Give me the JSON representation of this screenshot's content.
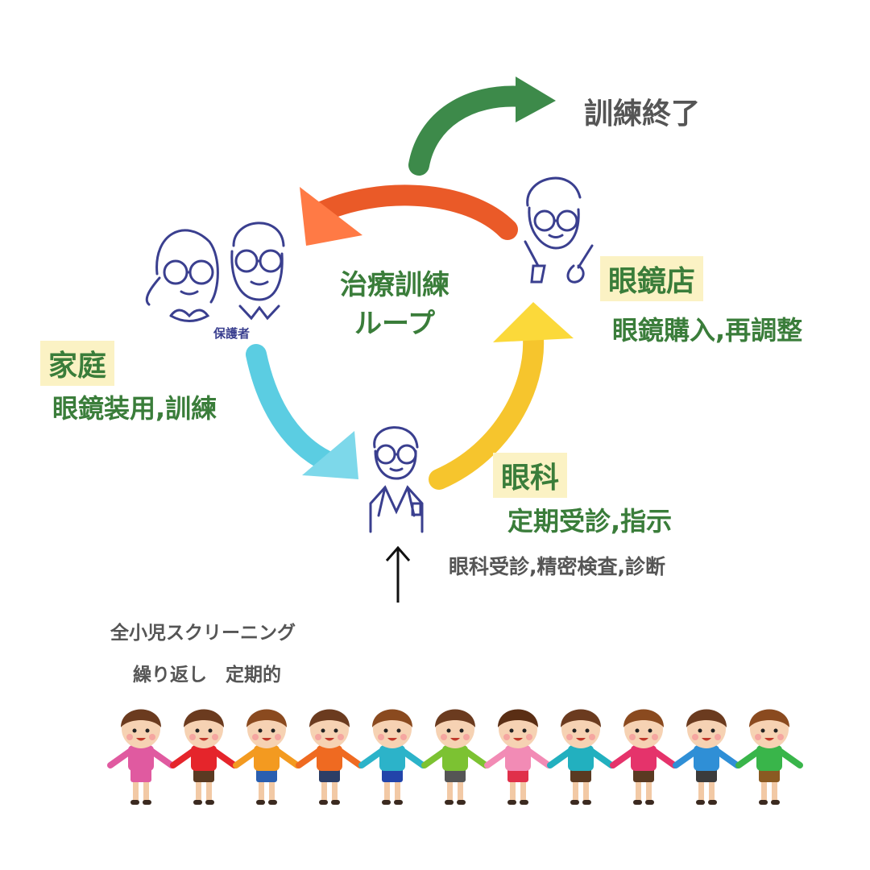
{
  "loop": {
    "title_line1": "治療訓練",
    "title_line2": "ループ"
  },
  "training_end": {
    "label": "訓練終了"
  },
  "home": {
    "label": "家庭",
    "action": "眼鏡装用,訓練"
  },
  "optical_shop": {
    "label": "眼鏡店",
    "action": "眼鏡購入,再調整"
  },
  "ophthalmology": {
    "label": "眼科",
    "action": "定期受診,指示",
    "entry": "眼科受診,精密検査,診断"
  },
  "guardian": {
    "caption": "保護者"
  },
  "screening": {
    "line1": "全小児スクリーニング",
    "line2": "繰り返し　定期的"
  },
  "colors": {
    "arrow_green": "#3d8a4a",
    "arrow_orange": "#ea5a28",
    "arrow_blue": "#5bcde2",
    "arrow_yellow": "#f6c52d",
    "line_art": "#3a3f8f",
    "text_green": "#3a7d3a",
    "text_gray": "#555555",
    "highlight": "#fbf2c4"
  },
  "children": [
    {
      "shirt": "#e05aa0",
      "bottom": "#e05aa0",
      "hair": "#6b3b1f"
    },
    {
      "shirt": "#e5252b",
      "bottom": "#5a3a22",
      "hair": "#6b3b1f"
    },
    {
      "shirt": "#f39a20",
      "bottom": "#2a5fb0",
      "hair": "#8a4a1f"
    },
    {
      "shirt": "#ef6a21",
      "bottom": "#2c3e66",
      "hair": "#6b3b1f"
    },
    {
      "shirt": "#2cb3c9",
      "bottom": "#2244aa",
      "hair": "#8a4a1f"
    },
    {
      "shirt": "#7cc232",
      "bottom": "#555555",
      "hair": "#6b3b1f"
    },
    {
      "shirt": "#f28bb5",
      "bottom": "#e0304a",
      "hair": "#5a2e14"
    },
    {
      "shirt": "#22b0bf",
      "bottom": "#5a3a22",
      "hair": "#6b3b1f"
    },
    {
      "shirt": "#e5336b",
      "bottom": "#5a3a22",
      "hair": "#8a4a1f"
    },
    {
      "shirt": "#2f8fd6",
      "bottom": "#3b3b3b",
      "hair": "#6b3b1f"
    },
    {
      "shirt": "#39b54a",
      "bottom": "#8a5a22",
      "hair": "#8a4a1f"
    }
  ]
}
